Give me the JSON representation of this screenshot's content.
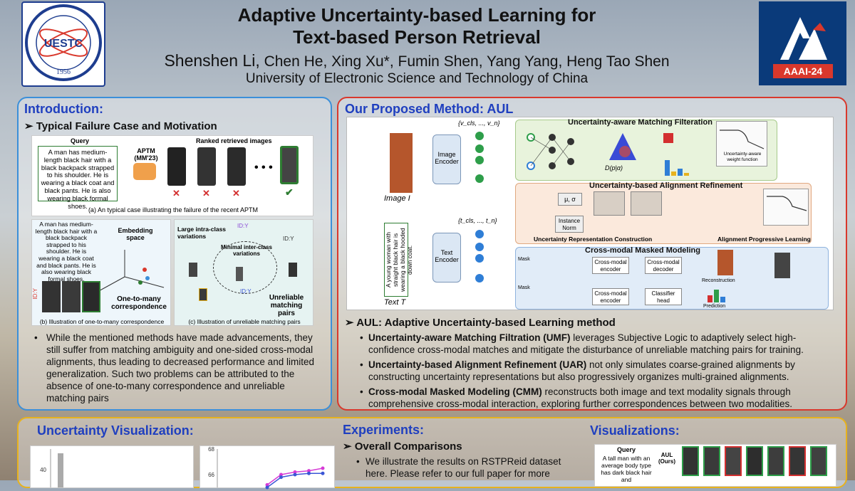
{
  "header": {
    "title_line1": "Adaptive Uncertainty-based Learning for",
    "title_line2": "Text-based Person Retrieval",
    "lead_author": "Shenshen Li,",
    "other_authors": " Chen He, Xing Xu*, Fumin Shen, Yang Yang, Heng Tao Shen",
    "affiliation": "University of Electronic Science and Technology of China",
    "left_logo_text": "UESTC",
    "left_logo_year": "1956",
    "right_logo_text": "AAAI-24"
  },
  "intro": {
    "title": "Introduction:",
    "subtitle": "Typical Failure Case and Motivation",
    "fig_a": {
      "query_label": "Query",
      "query_text": "A man has medium-length black hair with a black backpack strapped to his shoulder. He is wearing a black coat and black pants. He is also wearing black formal shoes.",
      "model_label": "APTM (MM'23)",
      "ranked_label": "Ranked retrieved images",
      "caption": "(a) An typical case illustrating the failure of the recent APTM"
    },
    "fig_b": {
      "text": "A man has medium-length black hair with a black backpack strapped to his shoulder. He is wearing a black coat and black pants. He is also wearing black formal shoes.",
      "space_label": "Embedding space",
      "corr_label": "One-to-many correspondence",
      "id_label": "ID:Y",
      "caption": "(b) Illustration of one-to-many correspondence"
    },
    "fig_c": {
      "intra_label": "Large intra-class variations",
      "inter_label": "Minimal inter-class variations",
      "id2": "ID:Y",
      "id1": "ID:Y",
      "id3": "ID:Y",
      "unreliable_label": "Unreliable matching pairs",
      "caption": "(c) Illustration of unreliable matching pairs"
    },
    "bullet": "While the mentioned methods have made advancements, they still suffer from matching ambiguity and one-sided cross-modal alignments, thus leading to decreased performance and limited generalization. Such two problems can be attributed to the absence of one-to-many correspondence and unreliable matching pairs"
  },
  "method": {
    "title": "Our Proposed Method: AUL",
    "fig": {
      "umf_title": "Uncertainty-aware Matching Filteration",
      "uar_title": "Uncertainty-based Alignment Refinement",
      "cmm_title": "Cross-modal Masked Modeling",
      "image_encoder": "Image Encoder",
      "text_encoder": "Text Encoder",
      "image_label": "Image I",
      "text_label": "Text T",
      "text_query": "A young woman with straight black hair is wearing a black hooded down coat.",
      "feat_v": "{v_cls, ..., v_n}",
      "feat_t": "{t_cls, ..., t_n}",
      "instance_norm": "Instance Norm",
      "urc_label": "Uncertainty Representation Construction",
      "apl_label": "Alignment Progressive Learning",
      "mu_sigma": "μ, σ",
      "cm_encoder_1": "Cross-modal encoder",
      "cm_decoder": "Cross-modal decoder",
      "cm_encoder_2": "Cross-modal encoder",
      "classifier": "Classifier head",
      "reconstruction": "Reconstruction",
      "prediction": "Prediction",
      "mask": "Mask",
      "weight_fn": "Uncertainty-aware weight function",
      "dirichlet": "D(p|α)"
    },
    "aul_subtitle": "AUL: Adaptive Uncertainty-based Learning method",
    "items": [
      {
        "bold": "Uncertainty-aware Matching Filtration (UMF)",
        "rest": " leverages Subjective Logic to adaptively select high-confidence cross-modal matches and mitigate the disturbance of unreliable matching pairs for training."
      },
      {
        "bold": "Uncertainty-based Alignment Refinement (UAR)",
        "rest": " not only simulates coarse-grained alignments by constructing uncertainty representations but also progressively organizes multi-grained alignments."
      },
      {
        "bold": "Cross-modal Masked Modeling (CMM)",
        "rest": " reconstructs both image and text modality signals through comprehensive cross-modal interaction, exploring further correspondences between two modalities."
      }
    ]
  },
  "bottom": {
    "unc_title": "Uncertainty Visualization:",
    "exp_title": "Experiments:",
    "exp_subtitle": "Overall Comparisons",
    "exp_text": "We illustrate the results on RSTPReid dataset here. Please refer to our full paper for more",
    "vis_title": "Visualizations:",
    "vis_query_label": "Query",
    "vis_query_text": "A tall man with an average body type has dark black hair and",
    "vis_method": "AUL (Ours)"
  },
  "chart_data": [
    {
      "type": "bar",
      "title": "",
      "ytick_labels": [
        "40"
      ],
      "values": [
        40
      ]
    },
    {
      "type": "line",
      "title": "",
      "ytick_labels": [
        "68",
        "66"
      ],
      "ylim": [
        65,
        68
      ],
      "series": [
        {
          "color": "#d63bd6",
          "values": [
            65.2,
            66.0,
            66.2,
            66.3,
            66.5
          ]
        },
        {
          "color": "#3b56d6",
          "values": [
            65.0,
            65.8,
            66.0,
            66.1,
            66.1
          ]
        }
      ]
    }
  ],
  "colors": {
    "intro_border": "#3b8fd9",
    "method_border": "#d9382c",
    "bottom_border": "#e7b21e",
    "section_title": "#1f3fbf"
  }
}
